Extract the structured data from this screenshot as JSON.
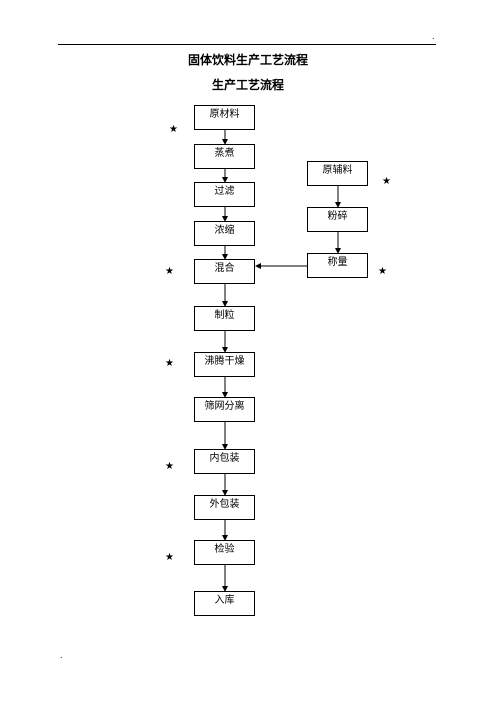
{
  "header": {
    "top_mark": ".",
    "bottom_mark": "."
  },
  "document": {
    "title": "固体饮料生产工艺流程",
    "subtitle": "生产工艺流程"
  },
  "flow": {
    "main_steps": [
      {
        "label": "原材料",
        "starred": true
      },
      {
        "label": "蒸煮",
        "starred": false
      },
      {
        "label": "过滤",
        "starred": false
      },
      {
        "label": "浓缩",
        "starred": false
      },
      {
        "label": "混合",
        "starred": true
      },
      {
        "label": "制粒",
        "starred": false
      },
      {
        "label": "沸腾干燥",
        "starred": true
      },
      {
        "label": "筛网分离",
        "starred": false
      },
      {
        "label": "内包装",
        "starred": true
      },
      {
        "label": "外包装",
        "starred": false
      },
      {
        "label": "检验",
        "starred": true
      },
      {
        "label": "入库",
        "starred": false
      }
    ],
    "side_steps": [
      {
        "label": "原辅料",
        "starred": true
      },
      {
        "label": "粉碎",
        "starred": false
      },
      {
        "label": "称量",
        "starred": true
      }
    ],
    "star_symbol": "★",
    "merge_target_index": 4
  }
}
